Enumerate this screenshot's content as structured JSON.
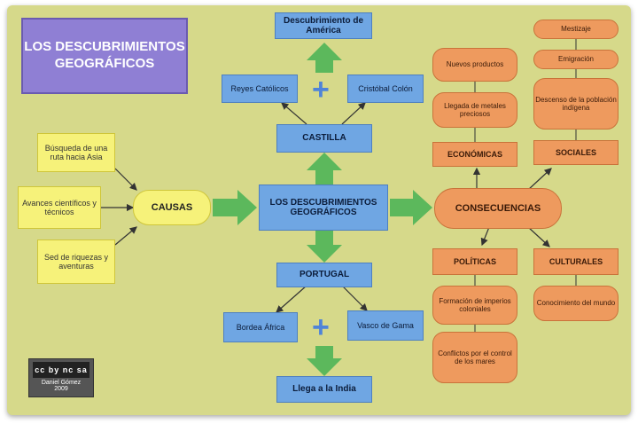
{
  "title": "LOS DESCUBRIMIENTOS GEOGRÁFICOS",
  "top": {
    "descubrimiento": "Descubrimiento de América",
    "reyes": "Reyes Católicos",
    "colon": "Cristóbal Colón",
    "castilla": "CASTILLA"
  },
  "center": "LOS DESCUBRIMIENTOS GEOGRÁFICOS",
  "causas": {
    "label": "CAUSAS",
    "items": [
      "Búsqueda de una ruta hacia Asia",
      "Avances científicos y técnicos",
      "Sed de riquezas y aventuras"
    ]
  },
  "bottom": {
    "portugal": "PORTUGAL",
    "bordea": "Bordea África",
    "vasco": "Vasco de Gama",
    "india": "Llega a la India"
  },
  "consecuencias": {
    "label": "CONSECUENCIAS",
    "economicas": {
      "label": "ECONÓMICAS",
      "items": [
        "Nuevos productos",
        "Llegada de metales preciosos"
      ]
    },
    "sociales": {
      "label": "SOCIALES",
      "items": [
        "Mestizaje",
        "Emigración",
        "Descenso de la población indígena"
      ]
    },
    "politicas": {
      "label": "POLÍTICAS",
      "items": [
        "Formación de imperios coloniales",
        "Conflictos por el control de los mares"
      ]
    },
    "culturales": {
      "label": "CULTURALES",
      "items": [
        "Conocimiento del mundo"
      ]
    }
  },
  "license": {
    "badge": "cc by nc sa",
    "author": "Daniel Gómez",
    "year": "2009"
  },
  "colors": {
    "background": "#d6d98a",
    "blue": "#6fa6e3",
    "green_arrow": "#5cb85c",
    "orange": "#ee9a5e",
    "yellow": "#f6f27a",
    "title": "#8f7fd4"
  }
}
